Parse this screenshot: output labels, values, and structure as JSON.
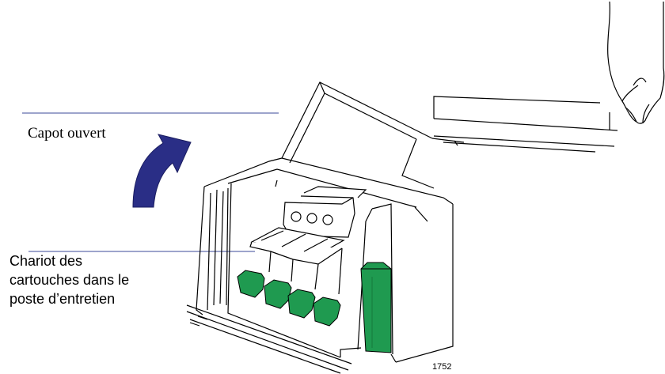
{
  "callouts": {
    "cover_open": "Capot ouvert",
    "carriage_line1": "Chariot des",
    "carriage_line2": "cartouches dans le",
    "carriage_line3": "poste d’entretien"
  },
  "figure_number": "1752",
  "colors": {
    "arrow": "#2a2e86",
    "cartridge_green": "#1f9a50",
    "leader_line": "#3b4a9a",
    "outline": "#000000"
  },
  "icons": {
    "rotation": "curved-arrow-icon",
    "hand": "hand-icon"
  }
}
